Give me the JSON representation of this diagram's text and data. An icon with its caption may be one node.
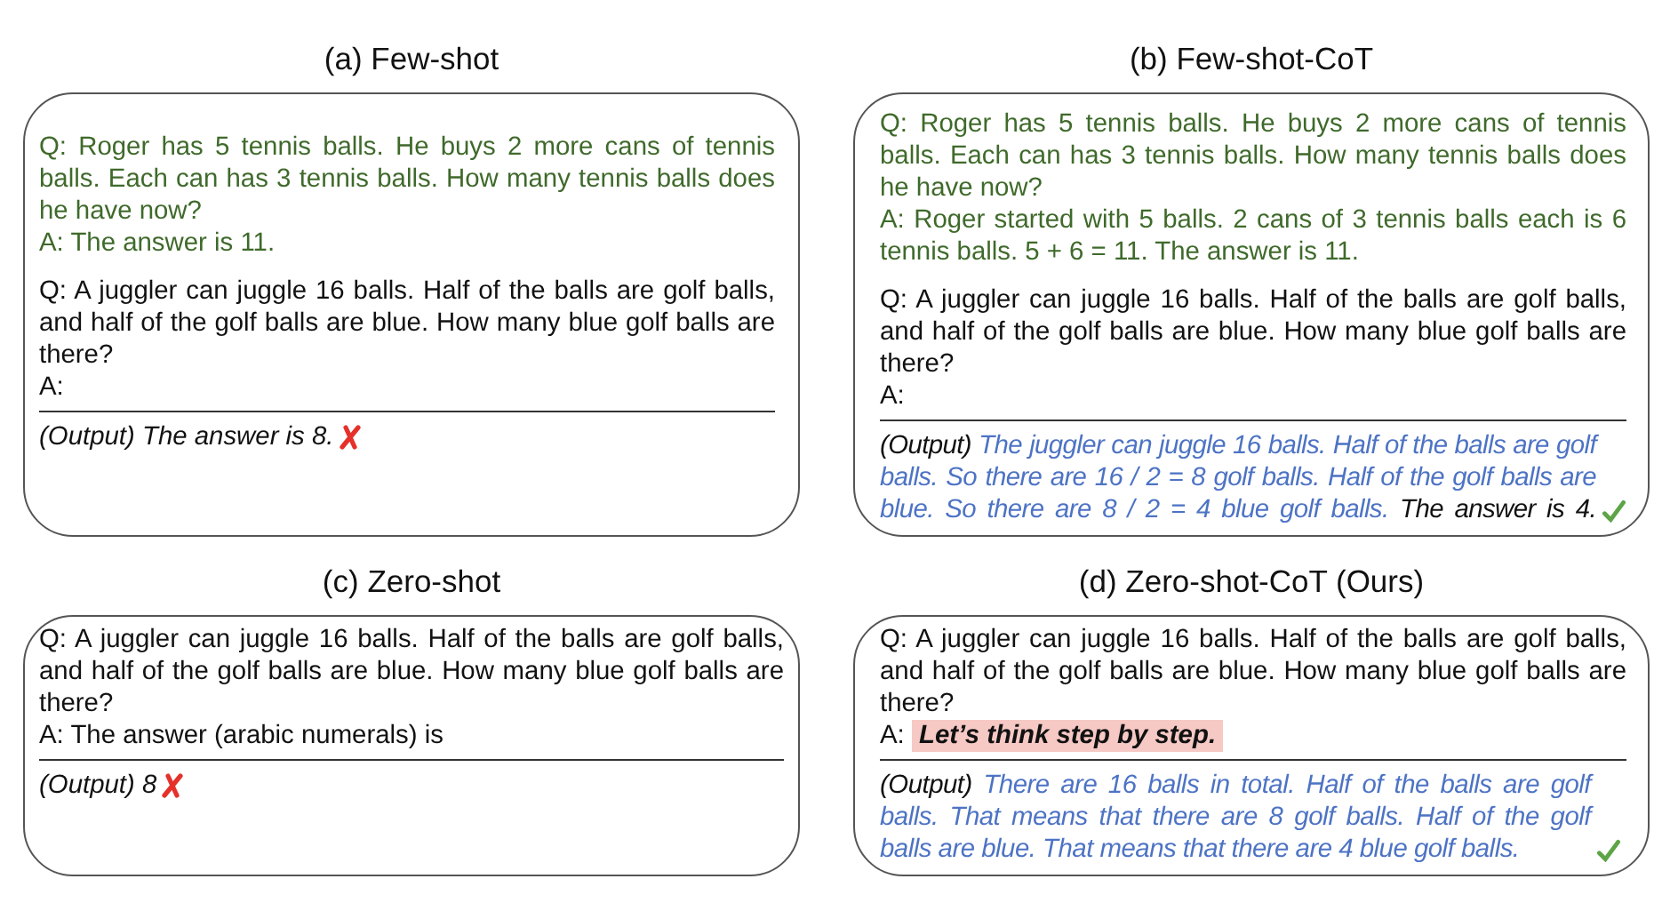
{
  "diagram": {
    "nodes": [
      {
        "text": [
          "(a) Few-shot",
          "Q: Roger has 5 tennis balls. He buys 2 more cans of tennis balls. Each can has 3 tennis balls. How many tennis balls does he have now?",
          "A: The answer is 11.",
          "Q: A juggler can juggle 16 balls. Half of the balls are golf balls, and half of the golf balls are blue. How many blue golf balls are there?",
          "A:",
          "(Output)",
          "The answer is 8."
        ]
      },
      {
        "text": [
          "(b) Few-shot-CoT",
          "Q: Roger has 5 tennis balls. He buys 2 more cans of tennis balls. Each can has 3 tennis balls. How many tennis balls does he have now?",
          "A: Roger started with 5 balls. 2 cans of 3 tennis balls each is 6 tennis balls. 5 + 6 = 11. The answer is 11.",
          "Q: A juggler can juggle 16 balls. Half of the balls are golf balls, and half of the golf balls are blue. How many blue golf balls are there?",
          "A:",
          "(Output)",
          "The juggler can juggle 16 balls. Half of the balls are golf balls. So there are 16 / 2 = 8 golf balls. Half of the golf balls are blue. So there are 8 / 2 = 4 blue golf balls.",
          "The answer is 4."
        ]
      },
      {
        "text": [
          "(c) Zero-shot",
          "Q: A juggler can juggle 16 balls. Half of the balls are golf balls, and half of the golf balls are blue. How many blue golf balls are there?",
          "A: The answer (arabic numerals) is",
          "(Output)",
          "8"
        ]
      },
      {
        "text": [
          "(d) Zero-shot-CoT (Ours)",
          "Q: A juggler can juggle 16 balls. Half of the balls are golf balls, and half of the golf balls are blue. How many blue golf balls are there?",
          "A:",
          "Let’s think step by step.",
          "(Output)",
          "There are 16 balls in total. Half of the balls are golf balls. That means that there are 8 golf balls. Half of the golf balls are blue. That means that there are 4 blue golf balls."
        ]
      }
    ]
  }
}
